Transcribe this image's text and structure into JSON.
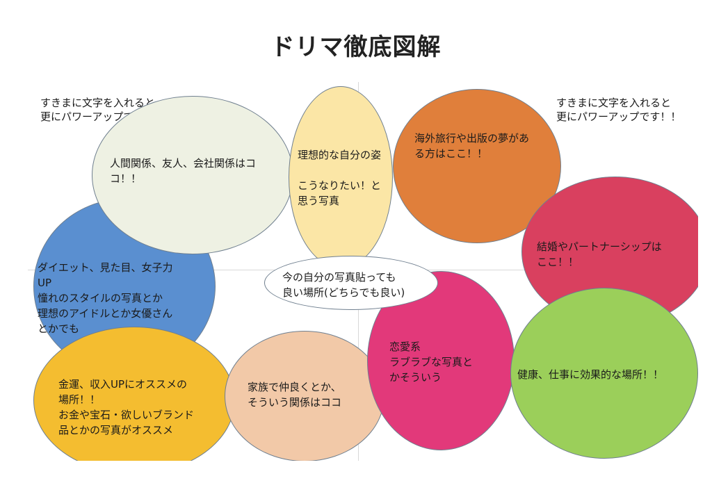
{
  "title": "ドリマ徹底図解",
  "notes": {
    "left": "すきまに文字を入れると\n更にパワーアップです！！",
    "right": "すきまに文字を入れると\n更にパワーアップです！！"
  },
  "bubbles": {
    "relationships": {
      "label": "人間関係、友人、会社関係はコ\nコ！！",
      "color": "#eef1e3"
    },
    "ideal_self": {
      "label": "理想的な自分の姿\n\nこうなりたい！と\n思う写真",
      "color": "#fbe6a6"
    },
    "travel": {
      "label": "海外旅行や出版の夢があ\nる方はここ！！",
      "color": "#e07f3b"
    },
    "marriage": {
      "label": "結婚やパートナーシップは\nここ！！",
      "color": "#d9405f"
    },
    "diet": {
      "label": "ダイエット、見た目、女子力\nUP\n憧れのスタイルの写真とか\n理想のアイドルとか女優さん\nとかでも",
      "color": "#5a8fd0"
    },
    "center": {
      "label": "今の自分の写真貼っても\n良い場所(どちらでも良い)",
      "color": "#ffffff"
    },
    "health": {
      "label": "健康、仕事に効果的な場所！！",
      "color": "#9bcf5a"
    },
    "love": {
      "label": "恋愛系\nラブラブな写真と\nかそういう",
      "color": "#e2397a"
    },
    "money": {
      "label": "金運、収入UPにオススメの\n場所！！\nお金や宝石・欲しいブランド\n品とかの写真がオススメ",
      "color": "#f4bd30"
    },
    "family": {
      "label": "家族で仲良くとか、\nそういう関係はココ",
      "color": "#f2c9a8"
    }
  }
}
